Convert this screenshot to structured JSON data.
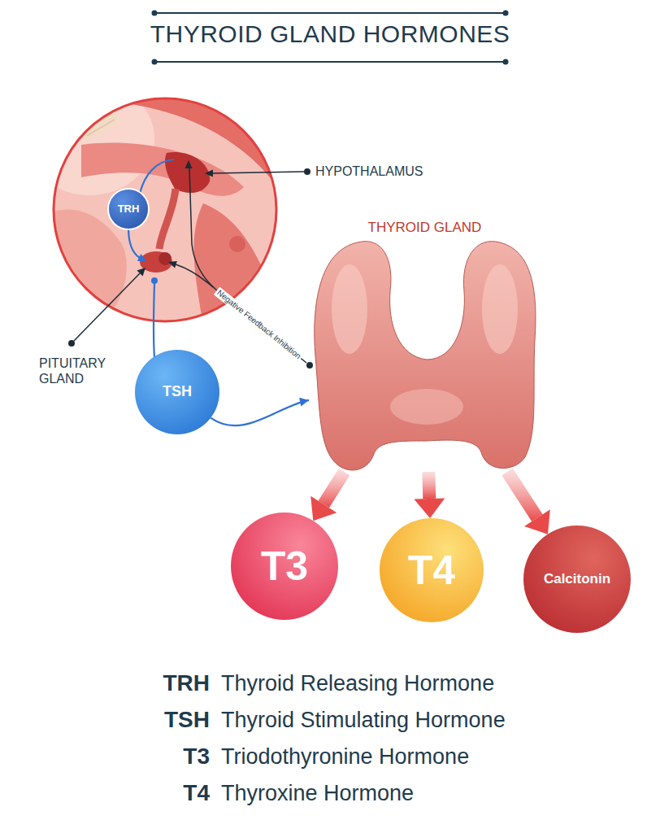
{
  "diagram": {
    "title": "THYROID GLAND HORMONES",
    "nodes": [
      {
        "text": [
          "TRH"
        ]
      },
      {
        "text": [
          "THYROID GLAND"
        ]
      },
      {
        "text": [
          "TSH"
        ]
      },
      {
        "text": [
          "T3"
        ]
      },
      {
        "text": [
          "T4"
        ]
      },
      {
        "text": [
          "Calcitonin"
        ]
      }
    ],
    "edges": [
      {
        "from": 2,
        "to": 1,
        "arrow": "to"
      },
      {
        "from": 1,
        "to": 3,
        "arrow": "to"
      },
      {
        "from": 1,
        "to": 4,
        "arrow": "to"
      },
      {
        "from": 1,
        "to": 5,
        "arrow": "to"
      }
    ],
    "labels": [
      "HYPOTHALAMUS",
      "PITUITARY GLAND",
      "Negative Feedback Inhibition",
      "TRH",
      "Thyroid Releasing Hormone",
      "TSH",
      "Thyroid Stimulating Hormone",
      "T3",
      "Triodothyronine Hormone",
      "T4",
      "Thyroxine Hormone"
    ]
  }
}
